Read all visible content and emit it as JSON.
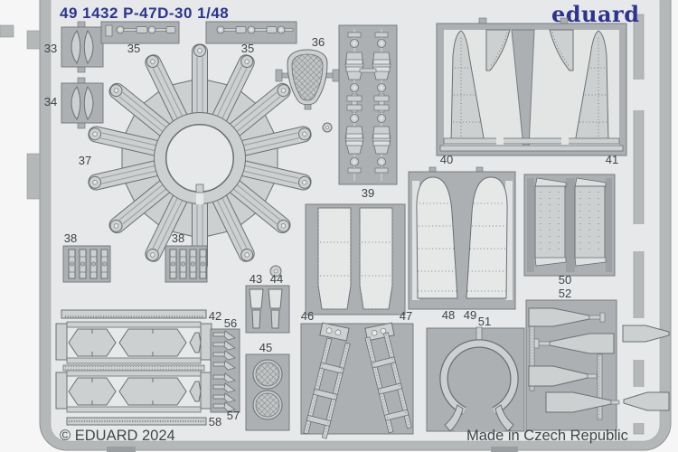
{
  "product": {
    "header": "49 1432 P-47D-30 1/48",
    "brand": "eduard",
    "copyright": "© EDUARD 2024",
    "made_in": "Made in Czech Republic"
  },
  "colors": {
    "brand_blue": "#2c3490",
    "sheet_rim": "#b4b8b9",
    "sheet_field": "#e7e8e9",
    "plate_fill": "#acb0b2",
    "part_fill": "#cdd0d1",
    "label_color": "#3f4446"
  },
  "parts": {
    "p33": {
      "label": "33"
    },
    "p34": {
      "label": "34"
    },
    "p35": {
      "label": "35"
    },
    "p36": {
      "label": "36"
    },
    "p37": {
      "label": "37"
    },
    "p38": {
      "label": "38"
    },
    "p39": {
      "label": "39"
    },
    "p40": {
      "label": "40"
    },
    "p41": {
      "label": "41"
    },
    "p42": {
      "label": "42"
    },
    "p43": {
      "label": "43"
    },
    "p44": {
      "label": "44"
    },
    "p45": {
      "label": "45"
    },
    "p46": {
      "label": "46"
    },
    "p47": {
      "label": "47"
    },
    "p48": {
      "label": "48"
    },
    "p49": {
      "label": "49"
    },
    "p50": {
      "label": "50"
    },
    "p51": {
      "label": "51"
    },
    "p52": {
      "label": "52"
    },
    "p56": {
      "label": "56"
    },
    "p57": {
      "label": "57"
    },
    "p58": {
      "label": "58"
    }
  }
}
